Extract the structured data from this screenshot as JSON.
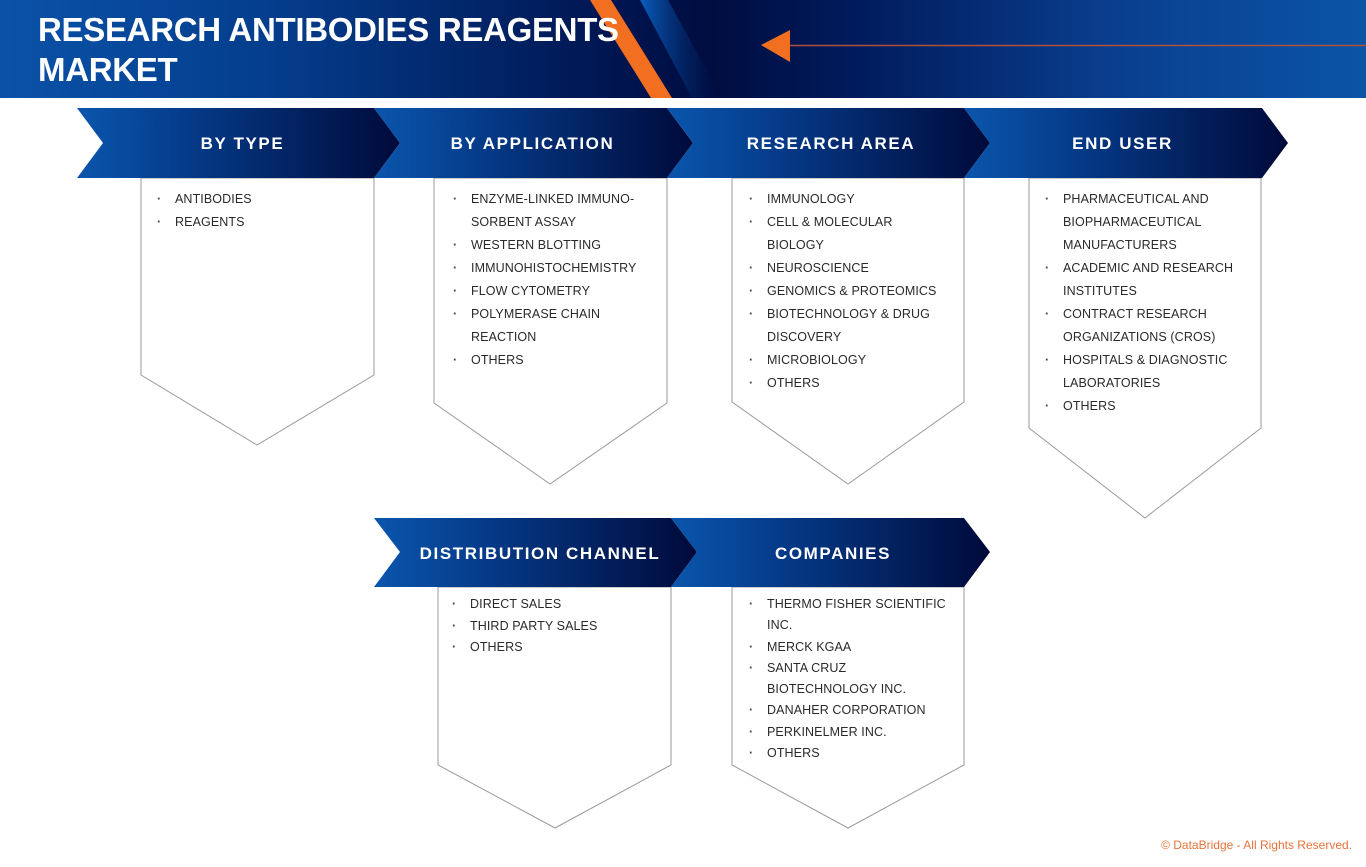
{
  "header": {
    "title": "RESEARCH ANTIBODIES REAGENTS MARKET",
    "accent_color": "#f26f21",
    "band_color_dark": "#000d40",
    "band_color_light": "#0a52a8"
  },
  "segments_row1": [
    {
      "label": "BY TYPE",
      "items": [
        "ANTIBODIES",
        "REAGENTS"
      ]
    },
    {
      "label": "BY APPLICATION",
      "items": [
        "ENZYME-LINKED IMMUNO-SORBENT ASSAY",
        "WESTERN BLOTTING",
        "IMMUNOHISTOCHEMISTRY",
        "FLOW CYTOMETRY",
        "POLYMERASE CHAIN REACTION",
        "OTHERS"
      ]
    },
    {
      "label": "RESEARCH AREA",
      "items": [
        "IMMUNOLOGY",
        "CELL & MOLECULAR BIOLOGY",
        "NEUROSCIENCE",
        "GENOMICS & PROTEOMICS",
        "BIOTECHNOLOGY & DRUG DISCOVERY",
        "MICROBIOLOGY",
        "OTHERS"
      ]
    },
    {
      "label": "END USER",
      "items": [
        "PHARMACEUTICAL AND BIOPHARMACEUTICAL MANUFACTURERS",
        "ACADEMIC AND RESEARCH INSTITUTES",
        "CONTRACT RESEARCH ORGANIZATIONS (CROS)",
        "HOSPITALS & DIAGNOSTIC LABORATORIES",
        "OTHERS"
      ]
    }
  ],
  "segments_row2": [
    {
      "label": "DISTRIBUTION CHANNEL",
      "items": [
        "DIRECT SALES",
        "THIRD PARTY SALES",
        "OTHERS"
      ]
    },
    {
      "label": "COMPANIES",
      "items": [
        "THERMO FISHER SCIENTIFIC INC.",
        "MERCK KGAA",
        "SANTA CRUZ BIOTECHNOLOGY INC.",
        "DANAHER CORPORATION",
        "PERKINELMER INC.",
        "OTHERS"
      ]
    }
  ],
  "footer": {
    "copyright": "© DataBridge - All Rights Reserved."
  }
}
